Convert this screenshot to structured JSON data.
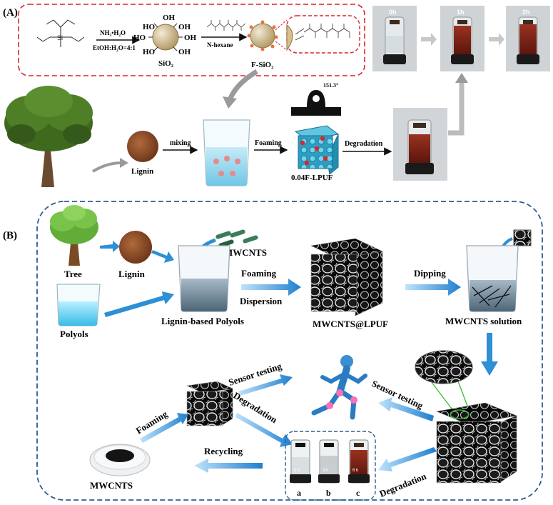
{
  "panel_a": {
    "label": "(A)",
    "reagent_top": "NH₃•H₂O",
    "reagent_bottom": "EtOH:H₂O=4:1",
    "sio2": "SiO₂",
    "solvent": "N-hexane",
    "fsio2": "F-SiO₂",
    "times": [
      "0h",
      "1h",
      "2h"
    ],
    "lignin": "Lignin",
    "mixing": "mixing",
    "foaming": "Foaming",
    "foam_name": "0.04F-LPUF",
    "contact_angle": "151.3°",
    "degradation": "Degradation",
    "oh": "OH",
    "ho": "HO"
  },
  "panel_b": {
    "label": "(B)",
    "tree": "Tree",
    "lignin": "Lignin",
    "polyols": "Polyols",
    "mwcnts_label": "MWCNTS",
    "lignin_polyols": "Lignin-based Polyols",
    "foaming": "Foaming",
    "dispersion": "Dispersion",
    "foam": "MWCNTS@LPUF",
    "dipping": "Dipping",
    "solution": "MWCNTS solution",
    "sensor_left": "Sensor testing",
    "sensor_right": "Sensor testing",
    "foaming_left": "Foaming",
    "degradation_left": "Degradation",
    "degradation_right": "Degradation",
    "recycling": "Recycling",
    "mwcnts_bottom": "MWCNTS",
    "vials": [
      "a",
      "b",
      "c"
    ],
    "vial_times": [
      "0 h",
      "3 h",
      "6 h"
    ]
  },
  "colors": {
    "dashed_red": "#d9272b",
    "dashed_blue": "#2f5d8f",
    "arrow_blue": "#2d8fd6",
    "liquid_red": "#7a2418",
    "leaf_green": "#5aa832"
  }
}
